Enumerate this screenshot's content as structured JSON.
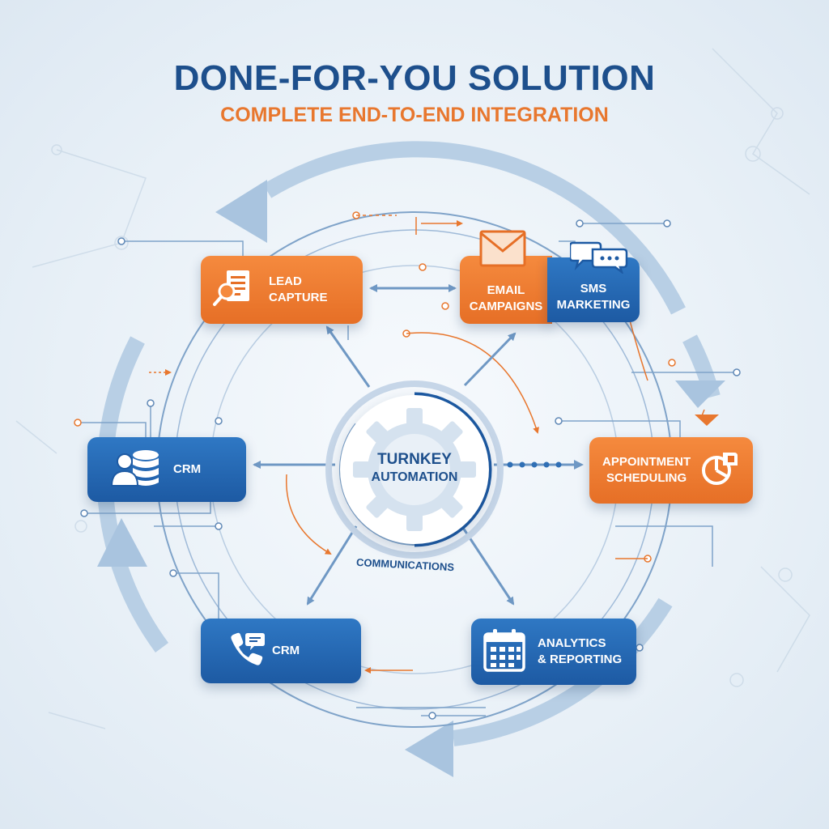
{
  "header": {
    "title": "DONE-FOR-YOU SOLUTION",
    "subtitle": "COMPLETE END-TO-END INTEGRATION"
  },
  "hub": {
    "line1": "TURNKEY",
    "line2": "AUTOMATION",
    "annotation": "COMMUNICATIONS"
  },
  "nodes": {
    "lead_capture": {
      "line1": "LEAD",
      "line2": "CAPTURE",
      "icon": "search-document-icon"
    },
    "email_campaigns": {
      "line1": "EMAIL",
      "line2": "CAMPAIGNS",
      "icon": "envelope-icon"
    },
    "sms_marketing": {
      "line1": "SMS",
      "line2": "MARKETING",
      "icon": "chat-bubbles-icon"
    },
    "crm_database": {
      "label": "CRM",
      "icon": "user-database-icon"
    },
    "appointment_scheduling": {
      "line1": "APPOINTMENT",
      "line2": "SCHEDULING",
      "icon": "pie-chart-icon"
    },
    "crm_calls": {
      "label": "CRM",
      "icon": "phone-chat-icon"
    },
    "analytics_reporting": {
      "line1": "ANALYTICS",
      "line2": "& REPORTING",
      "icon": "calendar-icon"
    }
  },
  "colors": {
    "primary_blue": "#1d5aa3",
    "accent_orange": "#e8772e",
    "navy_text": "#1d4f8c",
    "ring_light": "#b8cfe5"
  }
}
